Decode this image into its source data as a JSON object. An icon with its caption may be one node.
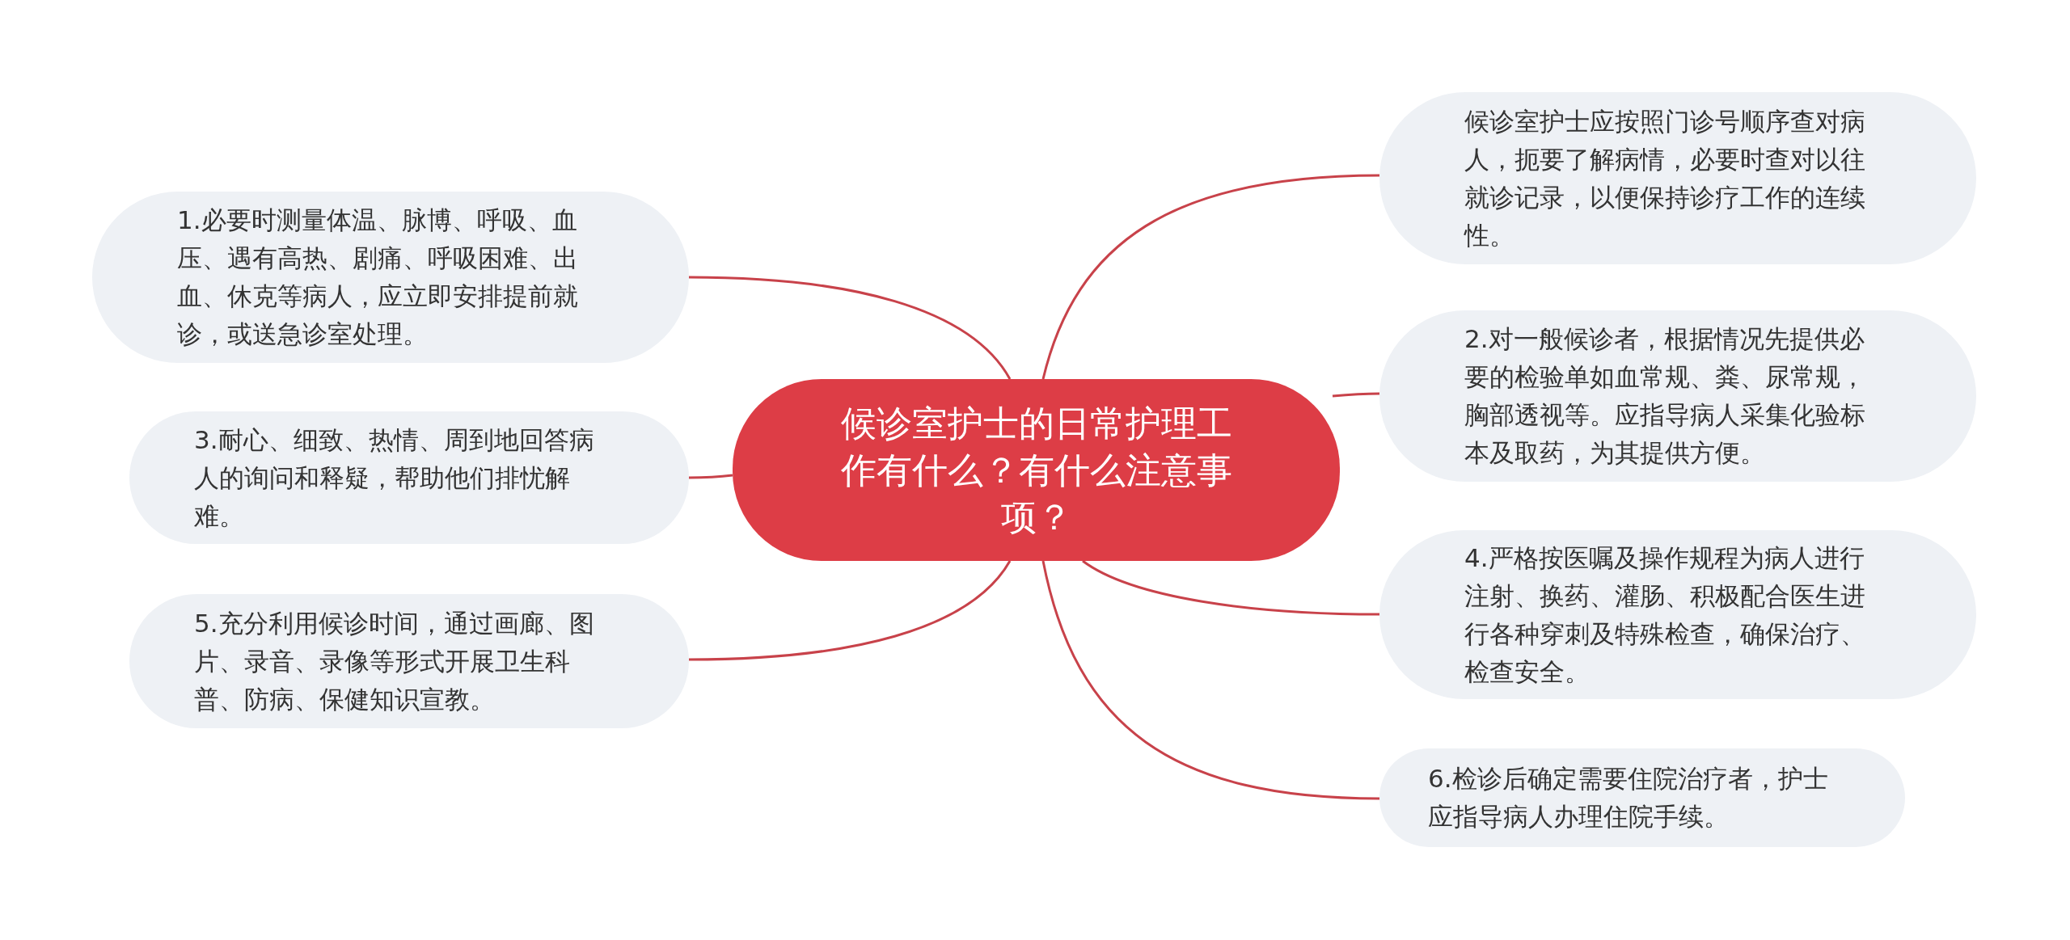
{
  "diagram": {
    "nodes": [
      {
        "text": [
          "候诊室护士的日常护理工作有什么？有什么注意事项？"
        ]
      },
      {
        "text": [
          "候诊室护士应按照门诊号顺序查对病人，扼要了解病情，必要时查对以往就诊记录，以便保持诊疗工作的连续性。"
        ]
      },
      {
        "text": [
          "1.必要时测量体温、脉博、呼吸、血压、遇有高热、剧痛、呼吸困难、出血、休克等病人，应立即安排提前就诊，或送急诊室处理。"
        ]
      },
      {
        "text": [
          "2.对一般候诊者，根据情况先提供必要的检验单如血常规、粪、尿常规，胸部透视等。应指导病人采集化验标本及取药，为其提供方便。"
        ]
      },
      {
        "text": [
          "3.耐心、细致、热情、周到地回答病人的询问和释疑，帮助他们排忧解难。"
        ]
      },
      {
        "text": [
          "4.严格按医嘱及操作规程为病人进行注射、换药、灌肠、积极配合医生进行各种穿刺及特殊检查，确保治疗、检查安全。"
        ]
      },
      {
        "text": [
          "5.充分利用候诊时间，通过画廊、图片、录音、录像等形式开展卫生科普、防病、保健知识宣教。"
        ]
      },
      {
        "text": [
          "6.检诊后确定需要住院治疗者，护士应指导病人办理住院手续。"
        ]
      }
    ],
    "edges": [
      {
        "from": 0,
        "to": 1,
        "arrow": "none"
      },
      {
        "from": 0,
        "to": 2,
        "arrow": "none"
      },
      {
        "from": 0,
        "to": 3,
        "arrow": "none"
      },
      {
        "from": 0,
        "to": 4,
        "arrow": "none"
      },
      {
        "from": 0,
        "to": 5,
        "arrow": "none"
      },
      {
        "from": 0,
        "to": 6,
        "arrow": "none"
      },
      {
        "from": 0,
        "to": 7,
        "arrow": "none"
      }
    ]
  }
}
